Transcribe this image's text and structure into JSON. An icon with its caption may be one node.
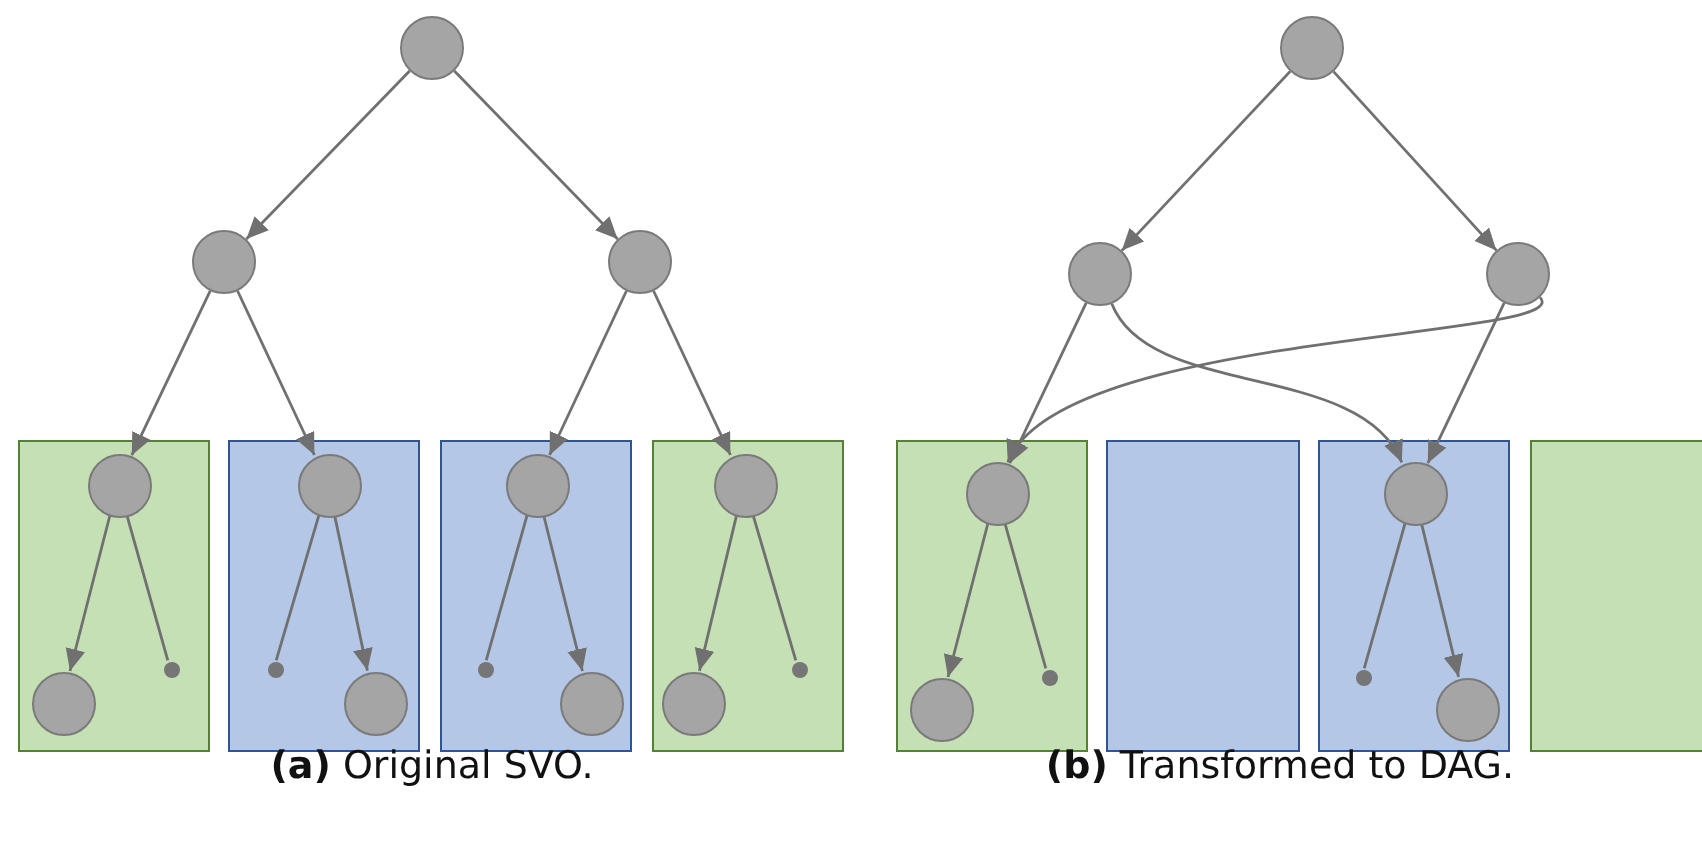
{
  "diagram": {
    "nodes": [
      {
        "text": [],
        "shape": "circle"
      },
      {
        "text": [],
        "shape": "circle"
      },
      {
        "text": [],
        "shape": "circle"
      },
      {
        "text": [],
        "shape": "box"
      },
      {
        "text": [],
        "shape": "box"
      },
      {
        "text": [],
        "shape": "box"
      },
      {
        "text": [],
        "shape": "box"
      },
      {
        "text": [],
        "shape": "circle",
        "in": 3
      },
      {
        "text": [],
        "shape": "circle",
        "in": 4
      },
      {
        "text": [],
        "shape": "circle",
        "in": 5
      },
      {
        "text": [],
        "shape": "circle",
        "in": 6
      },
      {
        "text": [],
        "shape": "circle",
        "in": 3
      },
      {
        "text": [],
        "shape": "dot",
        "in": 3
      },
      {
        "text": [],
        "shape": "dot",
        "in": 4
      },
      {
        "text": [],
        "shape": "circle",
        "in": 4
      },
      {
        "text": [],
        "shape": "dot",
        "in": 5
      },
      {
        "text": [],
        "shape": "circle",
        "in": 5
      },
      {
        "text": [],
        "shape": "circle",
        "in": 6
      },
      {
        "text": [],
        "shape": "dot",
        "in": 6
      },
      {
        "text": [],
        "shape": "circle"
      },
      {
        "text": [],
        "shape": "circle"
      },
      {
        "text": [],
        "shape": "circle"
      },
      {
        "text": [],
        "shape": "box"
      },
      {
        "text": [],
        "shape": "box"
      },
      {
        "text": [],
        "shape": "box"
      },
      {
        "text": [],
        "shape": "box"
      },
      {
        "text": [],
        "shape": "circle",
        "in": 22
      },
      {
        "text": [],
        "shape": "circle",
        "in": 24
      },
      {
        "text": [],
        "shape": "circle",
        "in": 22
      },
      {
        "text": [],
        "shape": "dot",
        "in": 22
      },
      {
        "text": [],
        "shape": "dot",
        "in": 24
      },
      {
        "text": [],
        "shape": "circle",
        "in": 24
      }
    ],
    "edges": [
      {
        "from": 0,
        "to": 1,
        "arrow": "to"
      },
      {
        "from": 0,
        "to": 2,
        "arrow": "to"
      },
      {
        "from": 1,
        "to": 7,
        "arrow": "to"
      },
      {
        "from": 1,
        "to": 8,
        "arrow": "to"
      },
      {
        "from": 2,
        "to": 9,
        "arrow": "to"
      },
      {
        "from": 2,
        "to": 10,
        "arrow": "to"
      },
      {
        "from": 7,
        "to": 11,
        "arrow": "to"
      },
      {
        "from": 7,
        "to": 12,
        "arrow": "none"
      },
      {
        "from": 8,
        "to": 13,
        "arrow": "none"
      },
      {
        "from": 8,
        "to": 14,
        "arrow": "to"
      },
      {
        "from": 9,
        "to": 15,
        "arrow": "none"
      },
      {
        "from": 9,
        "to": 16,
        "arrow": "to"
      },
      {
        "from": 10,
        "to": 17,
        "arrow": "to"
      },
      {
        "from": 10,
        "to": 18,
        "arrow": "none"
      },
      {
        "from": 19,
        "to": 20,
        "arrow": "to"
      },
      {
        "from": 19,
        "to": 21,
        "arrow": "to"
      },
      {
        "from": 20,
        "to": 26,
        "arrow": "to"
      },
      {
        "from": 20,
        "to": 27,
        "arrow": "to"
      },
      {
        "from": 21,
        "to": 26,
        "arrow": "to"
      },
      {
        "from": 21,
        "to": 27,
        "arrow": "to"
      },
      {
        "from": 26,
        "to": 28,
        "arrow": "to"
      },
      {
        "from": 26,
        "to": 29,
        "arrow": "none"
      },
      {
        "from": 27,
        "to": 30,
        "arrow": "none"
      },
      {
        "from": 27,
        "to": 31,
        "arrow": "to"
      }
    ],
    "labels": [
      "**(a)** Original SVO.",
      "**(b)** Transformed to DAG."
    ]
  }
}
